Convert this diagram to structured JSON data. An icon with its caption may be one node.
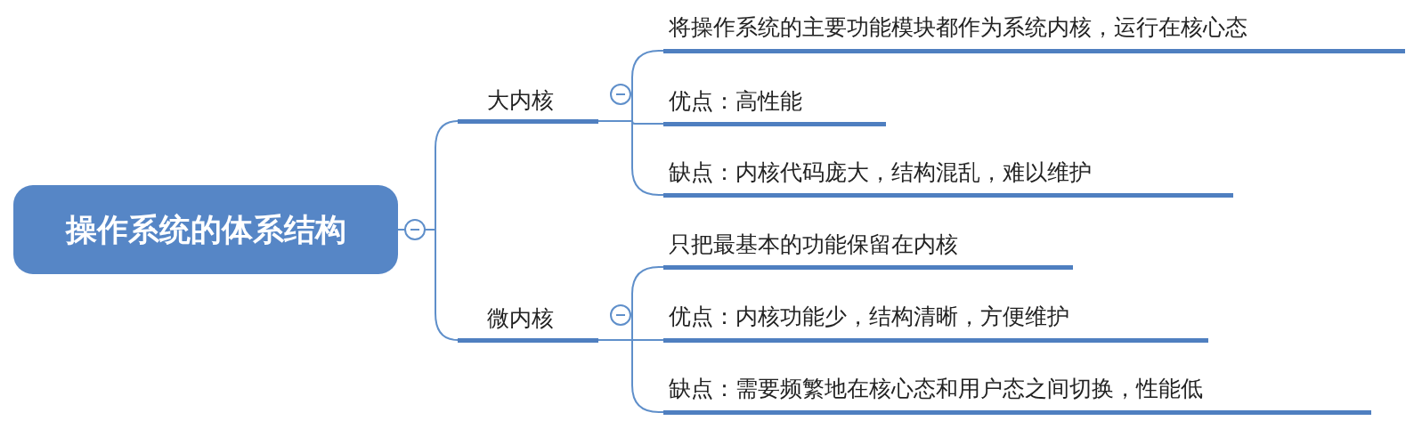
{
  "diagram": {
    "nodes": [
      {
        "text": [
          "操作系统的体系结构"
        ]
      },
      {
        "text": [
          "大内核"
        ]
      },
      {
        "text": [
          "将操作系统的主要功能模块都作为系统内核，运行在核心态"
        ]
      },
      {
        "text": [
          "优点：高性能"
        ]
      },
      {
        "text": [
          "缺点：内核代码庞大，结构混乱，难以维护"
        ]
      },
      {
        "text": [
          "微内核"
        ]
      },
      {
        "text": [
          "只把最基本的功能保留在内核"
        ]
      },
      {
        "text": [
          "优点：内核功能少，结构清晰，方便维护"
        ]
      },
      {
        "text": [
          "缺点：需要频繁地在核心态和用户态之间切换，性能低"
        ]
      }
    ],
    "edges": [
      {
        "from": 0,
        "to": 1,
        "arrow": "none"
      },
      {
        "from": 1,
        "to": 2,
        "arrow": "none"
      },
      {
        "from": 1,
        "to": 3,
        "arrow": "none"
      },
      {
        "from": 1,
        "to": 4,
        "arrow": "none"
      },
      {
        "from": 0,
        "to": 5,
        "arrow": "none"
      },
      {
        "from": 5,
        "to": 6,
        "arrow": "none"
      },
      {
        "from": 5,
        "to": 7,
        "arrow": "none"
      },
      {
        "from": 5,
        "to": 8,
        "arrow": "none"
      }
    ]
  }
}
